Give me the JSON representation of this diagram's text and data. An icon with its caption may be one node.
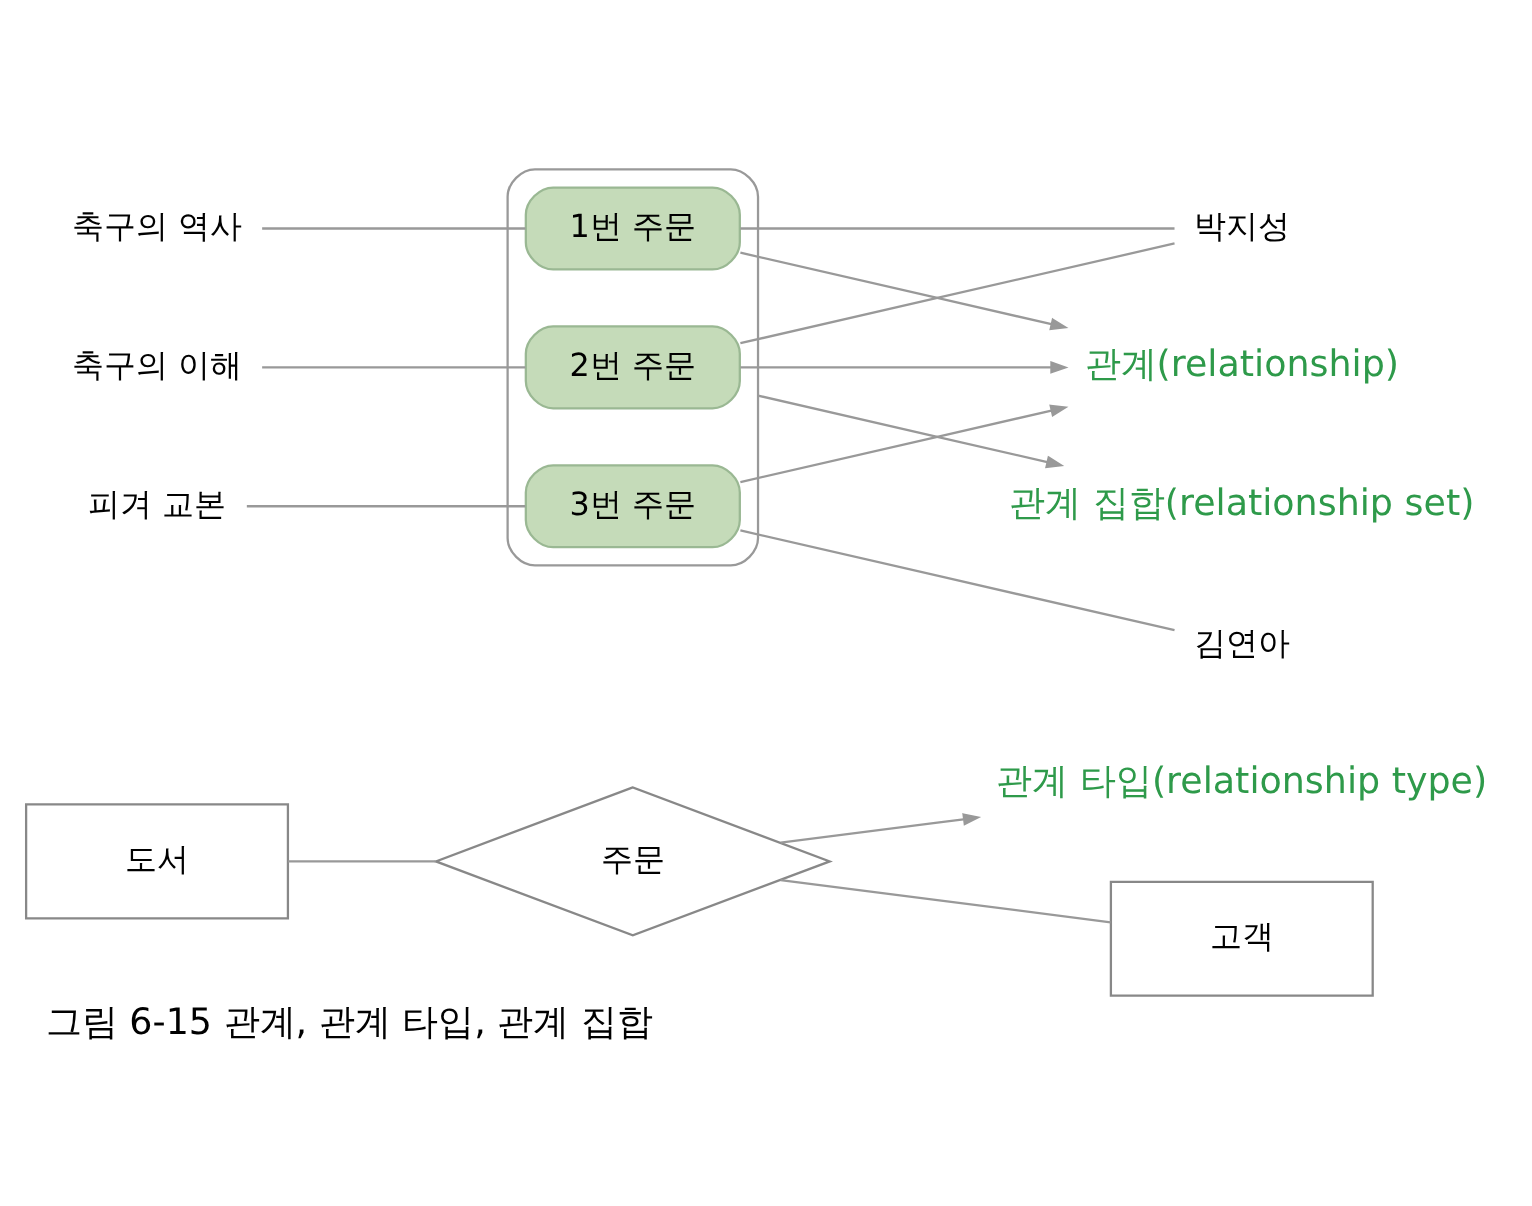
{
  "diagram": {
    "caption": "그림 6-15 관계, 관계 타입, 관계 집합",
    "nodes": [
      {
        "text": [
          "관계 타입(relationship type)"
        ]
      },
      {
        "text": [
          "도서"
        ]
      },
      {
        "text": [
          "주문"
        ]
      },
      {
        "text": [
          "고객"
        ]
      },
      {
        "text": [
          "축구의 역사"
        ]
      },
      {
        "text": [],
        "shape": "ellipse"
      },
      {
        "text": [
          "1번 주문"
        ],
        "in": 5
      },
      {
        "text": [
          "2번 주문"
        ],
        "in": 5
      },
      {
        "text": [
          "3번 주문"
        ],
        "in": 5
      },
      {
        "text": [
          "박지성"
        ]
      },
      {
        "text": [
          "축구의 이해"
        ]
      },
      {
        "text": [
          "피겨 교본"
        ]
      },
      {
        "text": [
          "김연아"
        ]
      },
      {
        "text": [
          "관계(relationship)"
        ]
      },
      {
        "text": [
          "관계 집합(relationship set)"
        ]
      }
    ],
    "edges": [
      {
        "from": 2,
        "to": 0,
        "arrow": "to"
      },
      {
        "from": 1,
        "to": 2,
        "arrow": "none"
      },
      {
        "from": 2,
        "to": 3,
        "arrow": "none"
      },
      {
        "from": 4,
        "to": 6,
        "arrow": "none"
      },
      {
        "from": 10,
        "to": 7,
        "arrow": "none"
      },
      {
        "from": 11,
        "to": 8,
        "arrow": "none"
      },
      {
        "from": 6,
        "to": 9,
        "arrow": "none"
      },
      {
        "from": 7,
        "to": 9,
        "arrow": "none"
      },
      {
        "from": 8,
        "to": 12,
        "arrow": "none"
      },
      {
        "from": 6,
        "to": 13,
        "arrow": "to"
      },
      {
        "from": 7,
        "to": 13,
        "arrow": "to"
      },
      {
        "from": 8,
        "to": 13,
        "arrow": "to"
      },
      {
        "from": 5,
        "to": 14,
        "arrow": "to"
      }
    ]
  }
}
